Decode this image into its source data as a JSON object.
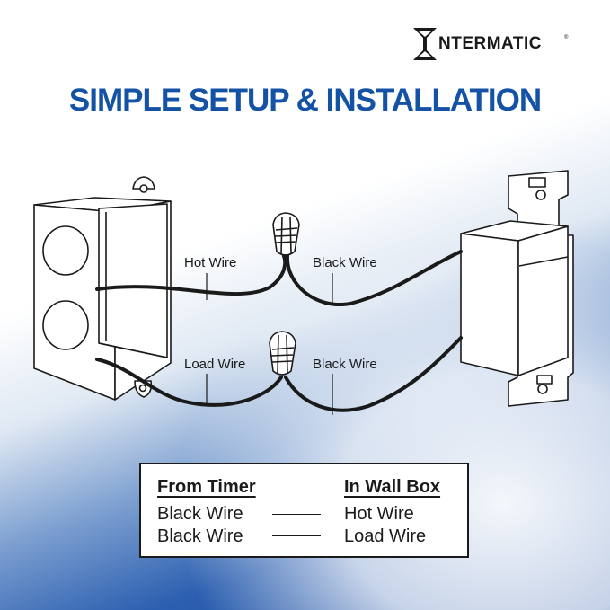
{
  "brand": {
    "name": "NTERMATIC",
    "initial": "I",
    "registered": "®"
  },
  "headline": "SIMPLE SETUP & INSTALLATION",
  "wire_labels": {
    "hot": "Hot Wire",
    "black_top": "Black Wire",
    "load": "Load Wire",
    "black_bottom": "Black Wire"
  },
  "legend": {
    "col_left_title": "From Timer",
    "col_right_title": "In Wall Box",
    "rows": [
      {
        "from": "Black Wire",
        "to": "Hot Wire"
      },
      {
        "from": "Black Wire",
        "to": "Load Wire"
      }
    ]
  },
  "colors": {
    "brand_blue": "#1452a6",
    "ink": "#1a1a1a"
  }
}
